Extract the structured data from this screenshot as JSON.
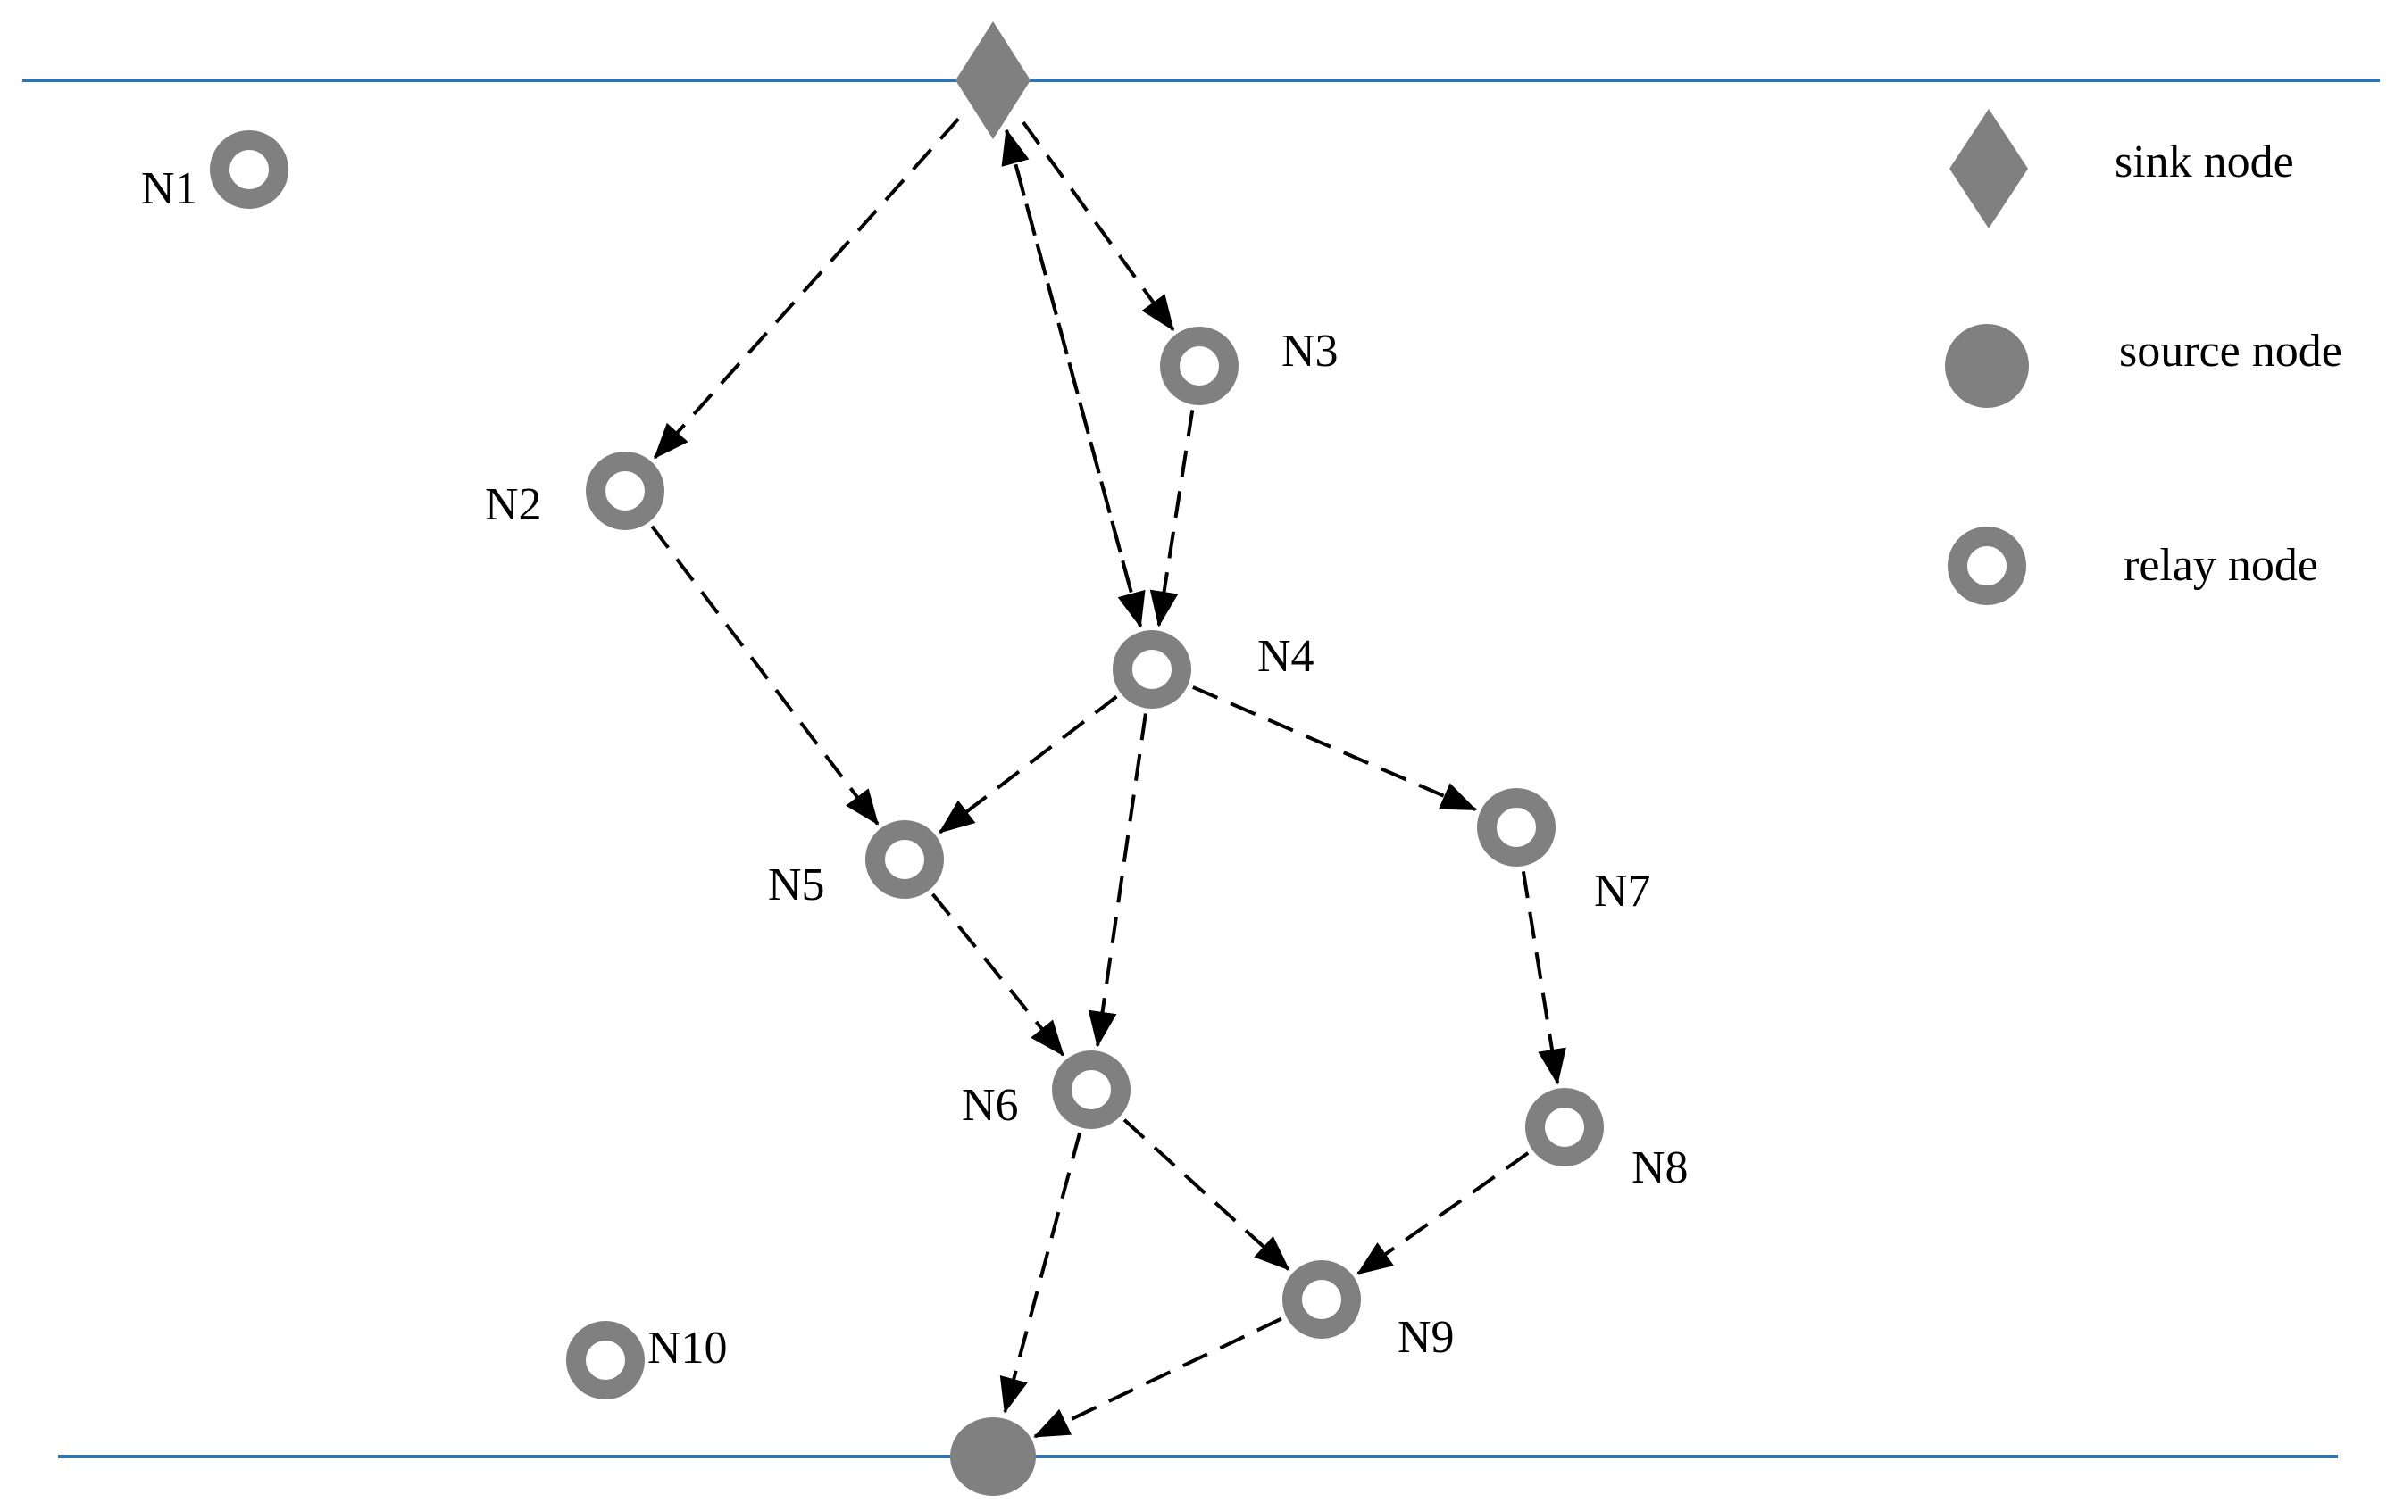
{
  "colors": {
    "line": "#2e75b6",
    "node": "#808080",
    "node_core": "#ffffff",
    "edge": "#000000"
  },
  "nodes": [
    {
      "id": "sink",
      "type": "sink",
      "label": ""
    },
    {
      "id": "N1",
      "type": "relay",
      "label": "N1"
    },
    {
      "id": "N2",
      "type": "relay",
      "label": "N2"
    },
    {
      "id": "N3",
      "type": "relay",
      "label": "N3"
    },
    {
      "id": "N4",
      "type": "relay",
      "label": "N4"
    },
    {
      "id": "N5",
      "type": "relay",
      "label": "N5"
    },
    {
      "id": "N6",
      "type": "relay",
      "label": "N6"
    },
    {
      "id": "N7",
      "type": "relay",
      "label": "N7"
    },
    {
      "id": "N8",
      "type": "relay",
      "label": "N8"
    },
    {
      "id": "N9",
      "type": "relay",
      "label": "N9"
    },
    {
      "id": "N10",
      "type": "relay",
      "label": "N10"
    },
    {
      "id": "source",
      "type": "source",
      "label": ""
    }
  ],
  "edges": [
    {
      "from": "sink",
      "to": "N2"
    },
    {
      "from": "sink",
      "to": "N3"
    },
    {
      "from": "sink",
      "to": "N4"
    },
    {
      "from": "N3",
      "to": "N4"
    },
    {
      "from": "N4",
      "to": "sink"
    },
    {
      "from": "N2",
      "to": "N5"
    },
    {
      "from": "N4",
      "to": "N5"
    },
    {
      "from": "N4",
      "to": "N7"
    },
    {
      "from": "N4",
      "to": "N6"
    },
    {
      "from": "N5",
      "to": "N6"
    },
    {
      "from": "N7",
      "to": "N8"
    },
    {
      "from": "N6",
      "to": "N9"
    },
    {
      "from": "N8",
      "to": "N9"
    },
    {
      "from": "N6",
      "to": "source"
    },
    {
      "from": "N9",
      "to": "source"
    }
  ],
  "legend": {
    "sink": "sink node",
    "source": "source node",
    "relay": "relay node"
  }
}
